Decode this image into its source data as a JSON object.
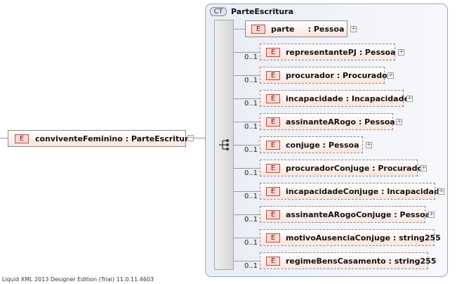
{
  "root": {
    "badge": "E",
    "label": "conviventeFeminino : ParteEscritura",
    "toggle": "−"
  },
  "complex_type": {
    "badge": "CT",
    "name": "ParteEscritura"
  },
  "children": [
    {
      "badge": "E",
      "label": "parte     : Pessoa",
      "occurs": "",
      "optional": false,
      "expandable": true
    },
    {
      "badge": "E",
      "label": "representantePJ : Pessoa",
      "occurs": "0..1",
      "optional": true,
      "expandable": true
    },
    {
      "badge": "E",
      "label": "procurador : Procurador",
      "occurs": "0..1",
      "optional": true,
      "expandable": true
    },
    {
      "badge": "E",
      "label": "incapacidade : Incapacidade",
      "occurs": "0..1",
      "optional": true,
      "expandable": true
    },
    {
      "badge": "E",
      "label": "assinanteARogo : Pessoa",
      "occurs": "0..1",
      "optional": true,
      "expandable": true
    },
    {
      "badge": "E",
      "label": "conjuge : Pessoa",
      "occurs": "0..1",
      "optional": true,
      "expandable": true
    },
    {
      "badge": "E",
      "label": "procuradorConjuge : Procurador",
      "occurs": "0..1",
      "optional": true,
      "expandable": true
    },
    {
      "badge": "E",
      "label": "incapacidadeConjuge : Incapacidade",
      "occurs": "0..1",
      "optional": true,
      "expandable": true
    },
    {
      "badge": "E",
      "label": "assinanteARogoConjuge : Pessoa",
      "occurs": "0..1",
      "optional": true,
      "expandable": true
    },
    {
      "badge": "E",
      "label": "motivoAusenciaConjuge : string255",
      "occurs": "0..1",
      "optional": true,
      "expandable": false
    },
    {
      "badge": "E",
      "label": "regimeBensCasamento : string255",
      "occurs": "0..1",
      "optional": true,
      "expandable": false
    }
  ],
  "footer": "Liquid XML 2013 Designer Edition (Trial) 11.0.11.4603"
}
